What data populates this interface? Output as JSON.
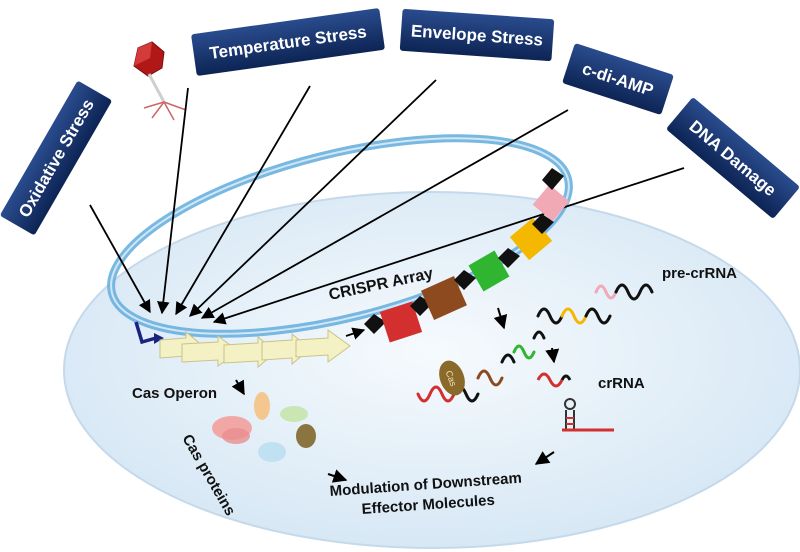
{
  "stress_signals": [
    {
      "label": "Oxidative Stress"
    },
    {
      "label": "Temperature Stress"
    },
    {
      "label": "Envelope Stress"
    },
    {
      "label": "c-di-AMP"
    },
    {
      "label": "DNA Damage"
    }
  ],
  "labels": {
    "crispr_array": "CRISPR Array",
    "pre_crrna": "pre-crRNA",
    "crrna": "crRNA",
    "cas_operon": "Cas Operon",
    "cas_proteins": "Cas proteins",
    "cas_tag": "Cas",
    "modulation_line1": "Modulation of Downstream",
    "modulation_line2": "Effector Molecules"
  },
  "colors": {
    "cell_fill": "#e4f0f9",
    "cell_edge": "#c7dcee",
    "plasmid": "#6ab0de",
    "signal_box": "#14306a",
    "operon_arrow": "#f4f1c4",
    "promoter": "#1a237e",
    "spacers": [
      "#d32f2f",
      "#8d4a1e",
      "#2fb52f",
      "#f5b800",
      "#f2a9b6"
    ],
    "repeat": "#111111",
    "phage": "#b01818"
  },
  "icons": [
    "bacteriophage-icon",
    "promoter-arrow-icon",
    "repeat-diamond-icon",
    "spacer-square-icon",
    "cas-protein-blob-icon",
    "crrna-hairpin-icon"
  ]
}
